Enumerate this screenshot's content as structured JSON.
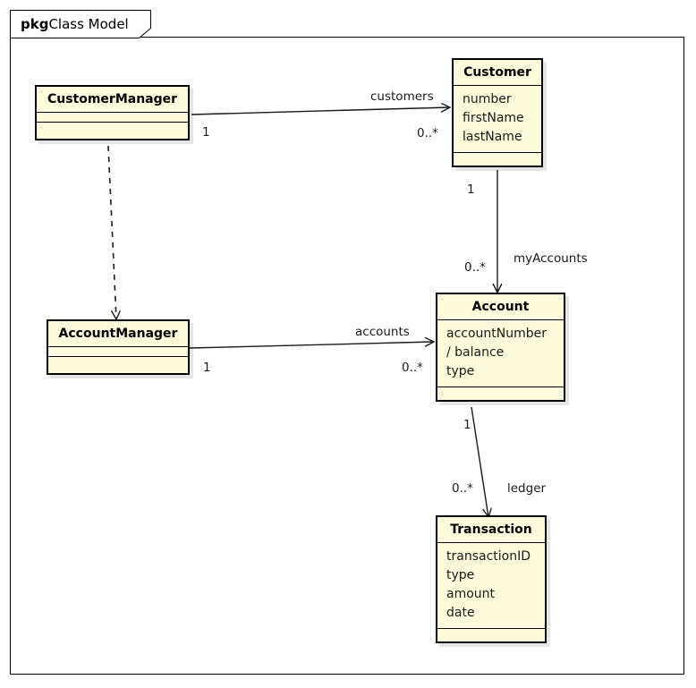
{
  "package": {
    "keyword": "pkg",
    "name": "Class Model"
  },
  "classes": [
    {
      "id": "customer-manager",
      "name": "CustomerManager",
      "attributes": [],
      "operations": []
    },
    {
      "id": "customer",
      "name": "Customer",
      "attributes": [
        "number",
        "firstName",
        "lastName"
      ],
      "operations": []
    },
    {
      "id": "account-manager",
      "name": "AccountManager",
      "attributes": [],
      "operations": []
    },
    {
      "id": "account",
      "name": "Account",
      "attributes": [
        "accountNumber",
        "/ balance",
        "type"
      ],
      "operations": []
    },
    {
      "id": "transaction",
      "name": "Transaction",
      "attributes": [
        "transactionID",
        "type",
        "amount",
        "date"
      ],
      "operations": []
    }
  ],
  "relations": [
    {
      "id": "customers",
      "kind": "association",
      "from": "CustomerManager",
      "to": "Customer",
      "role_label": "customers",
      "source_multiplicity": "1",
      "target_multiplicity": "0..*"
    },
    {
      "id": "my-accounts",
      "kind": "association",
      "from": "Customer",
      "to": "Account",
      "role_label": "myAccounts",
      "source_multiplicity": "1",
      "target_multiplicity": "0..*"
    },
    {
      "id": "accounts",
      "kind": "association",
      "from": "AccountManager",
      "to": "Account",
      "role_label": "accounts",
      "source_multiplicity": "1",
      "target_multiplicity": "0..*"
    },
    {
      "id": "ledger",
      "kind": "association",
      "from": "Account",
      "to": "Transaction",
      "role_label": "ledger",
      "source_multiplicity": "1",
      "target_multiplicity": "0..*"
    },
    {
      "id": "dependency",
      "kind": "dependency",
      "from": "CustomerManager",
      "to": "AccountManager",
      "role_label": "",
      "source_multiplicity": "",
      "target_multiplicity": ""
    }
  ],
  "colors": {
    "class_fill": "#fdfbdb",
    "class_border": "#000000",
    "line": "#1a1a1a",
    "shadow": "#d9d9d9",
    "canvas": "#ffffff"
  }
}
